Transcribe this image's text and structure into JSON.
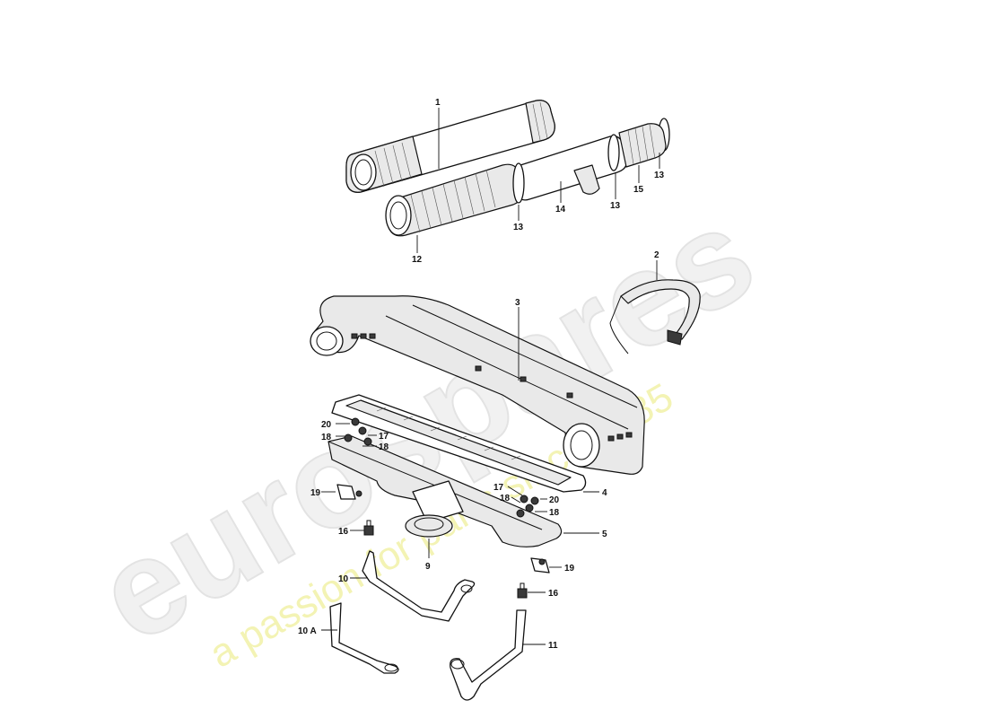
{
  "watermark": {
    "brand": "eurospares",
    "tagline": "a passion for parts since 1985"
  },
  "callouts": [
    {
      "id": "c1",
      "label": "1"
    },
    {
      "id": "c12",
      "label": "12"
    },
    {
      "id": "c13a",
      "label": "13"
    },
    {
      "id": "c14",
      "label": "14"
    },
    {
      "id": "c13b",
      "label": "13"
    },
    {
      "id": "c15",
      "label": "15"
    },
    {
      "id": "c13c",
      "label": "13"
    },
    {
      "id": "c2",
      "label": "2"
    },
    {
      "id": "c3",
      "label": "3"
    },
    {
      "id": "c20a",
      "label": "20"
    },
    {
      "id": "c18a",
      "label": "18"
    },
    {
      "id": "c17a",
      "label": "17"
    },
    {
      "id": "c18b",
      "label": "18"
    },
    {
      "id": "c19a",
      "label": "19"
    },
    {
      "id": "c17b",
      "label": "17"
    },
    {
      "id": "c4",
      "label": "4"
    },
    {
      "id": "c18c",
      "label": "18"
    },
    {
      "id": "c20b",
      "label": "20"
    },
    {
      "id": "c18d",
      "label": "18"
    },
    {
      "id": "c5",
      "label": "5"
    },
    {
      "id": "c16a",
      "label": "16"
    },
    {
      "id": "c9",
      "label": "9"
    },
    {
      "id": "c19b",
      "label": "19"
    },
    {
      "id": "c10",
      "label": "10"
    },
    {
      "id": "c16b",
      "label": "16"
    },
    {
      "id": "c10a",
      "label": "10 A"
    },
    {
      "id": "c11",
      "label": "11"
    }
  ]
}
